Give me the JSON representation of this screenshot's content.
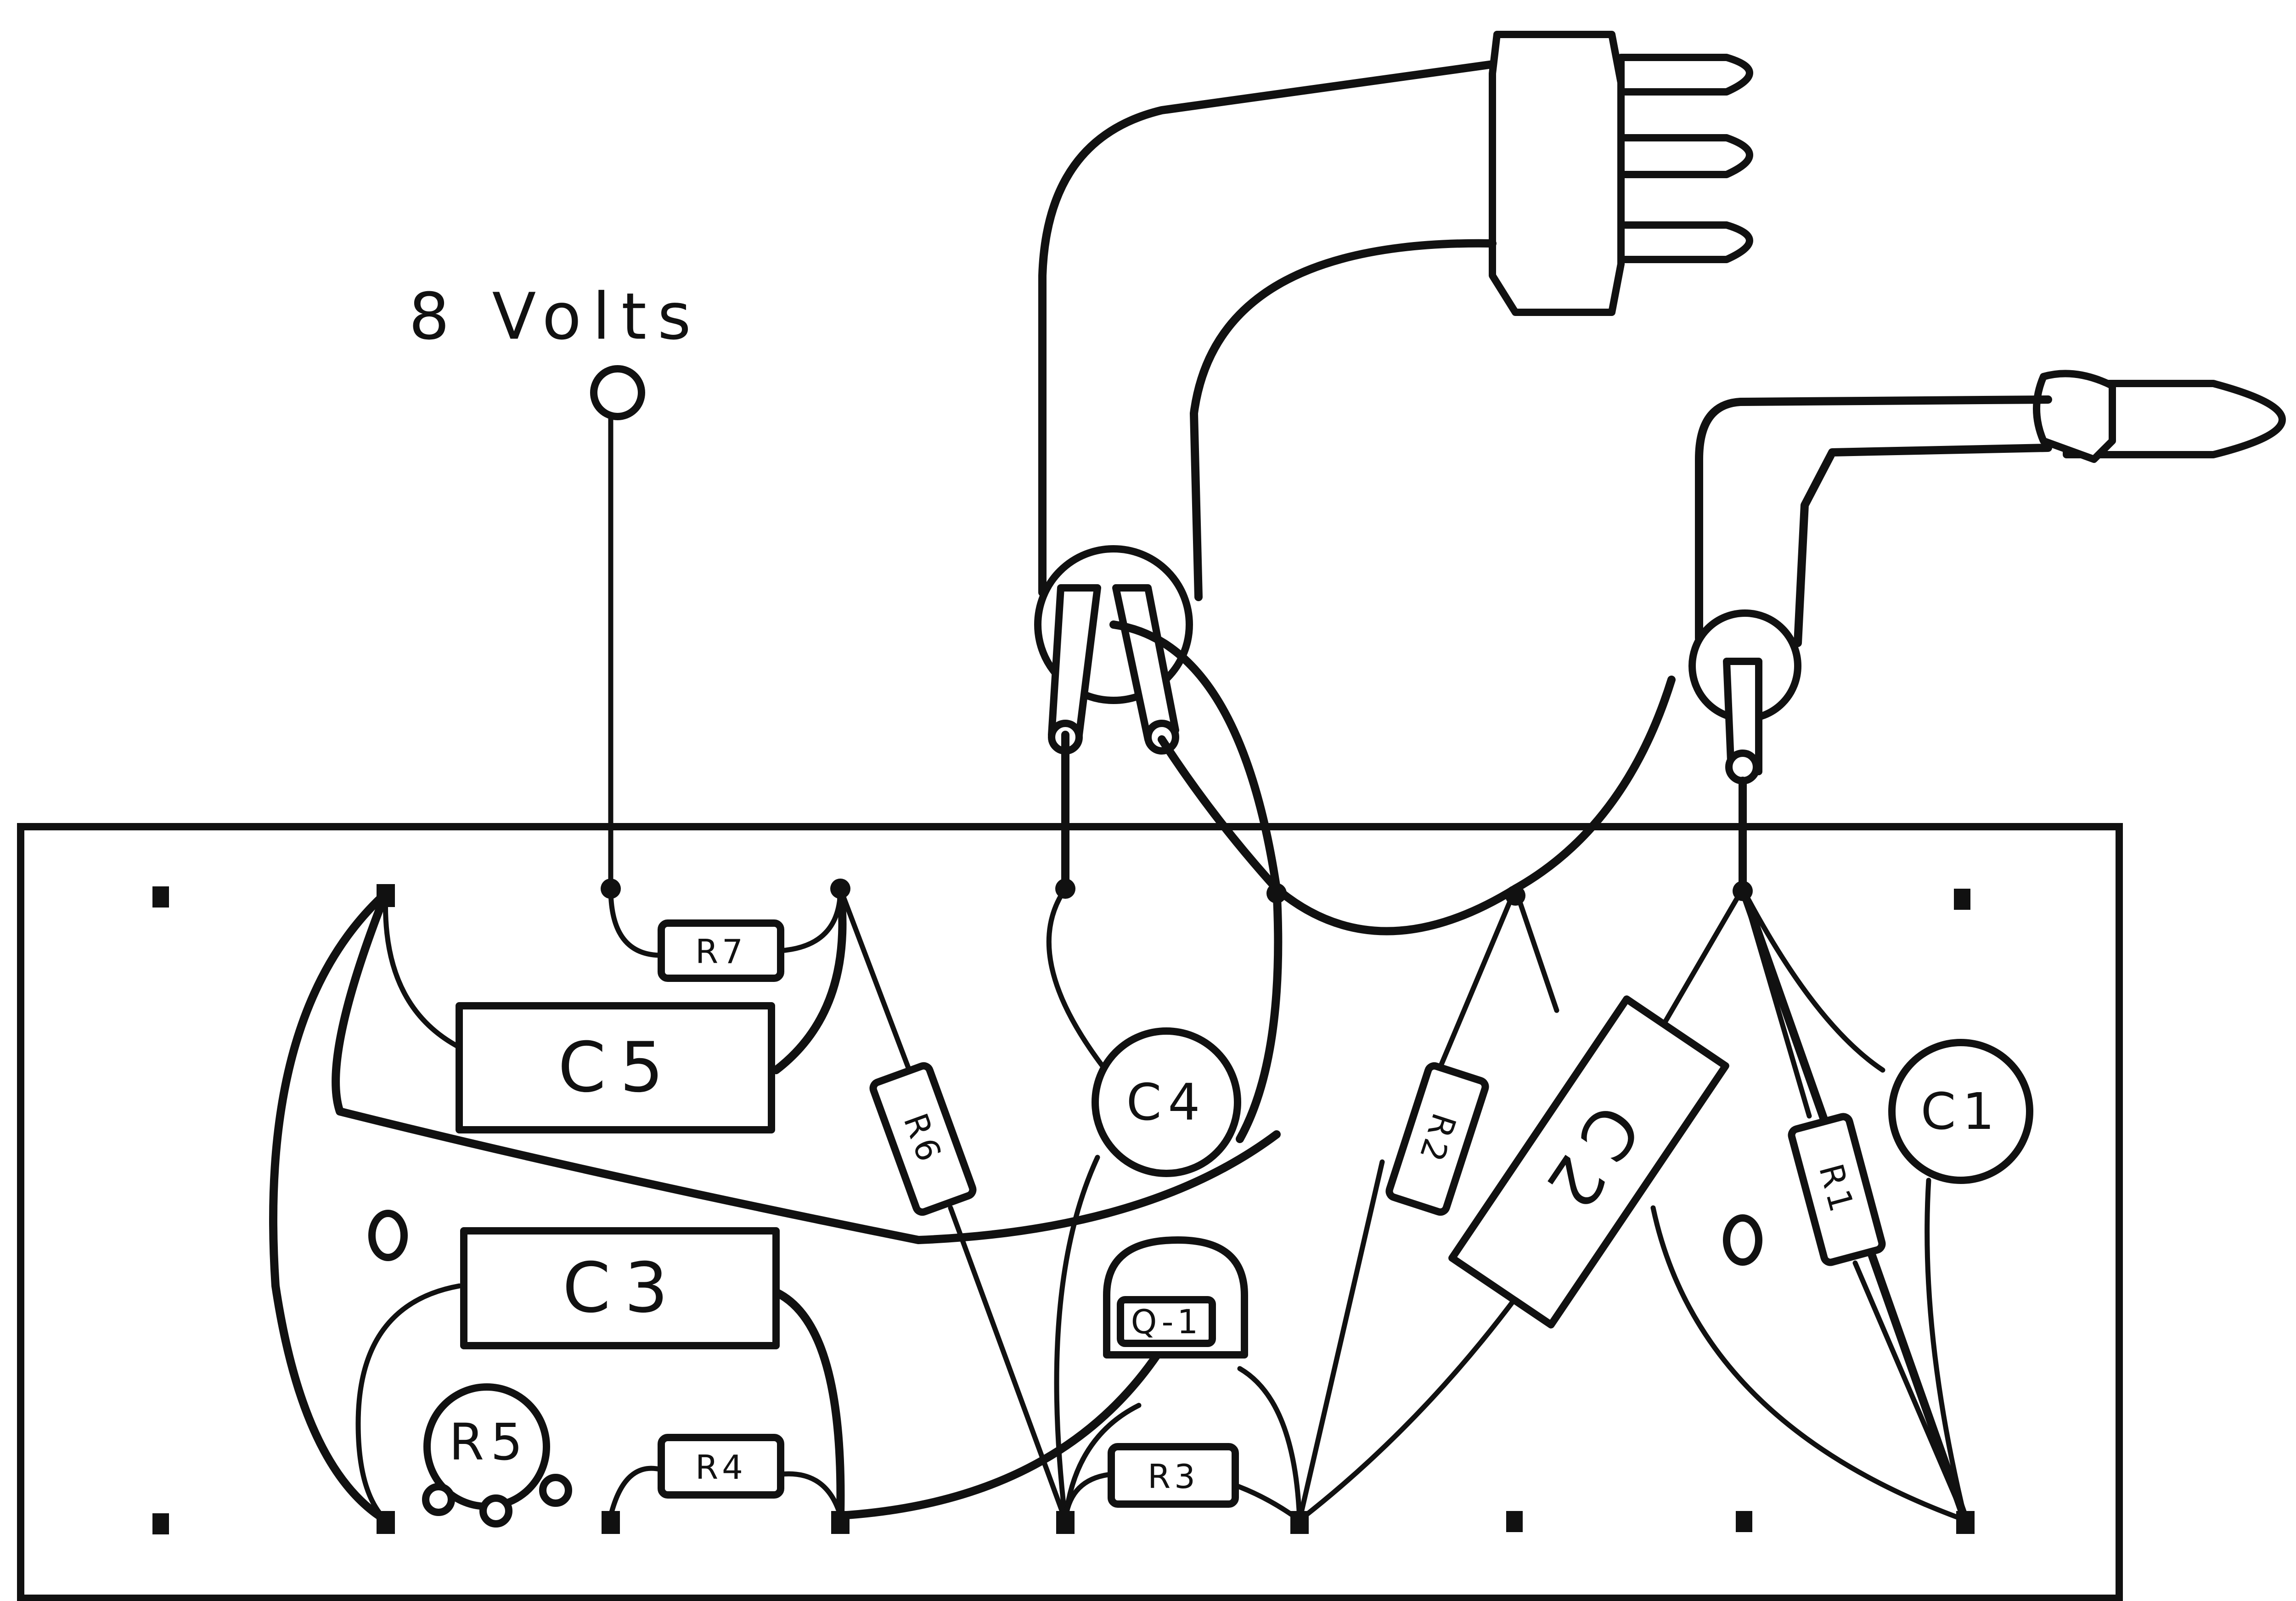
{
  "supply_label": "8 Volts",
  "components": {
    "r1": "R1",
    "r2": "R2",
    "r3": "R3",
    "r4": "R4",
    "r5": "R5",
    "r6": "R6",
    "r7": "R7",
    "c1": "C1",
    "c2": "C2",
    "c3": "C3",
    "c4": "C4",
    "c5": "C5",
    "q1": "Q-1"
  },
  "colors": {
    "ink": "#111111",
    "paper": "#ffffff"
  }
}
